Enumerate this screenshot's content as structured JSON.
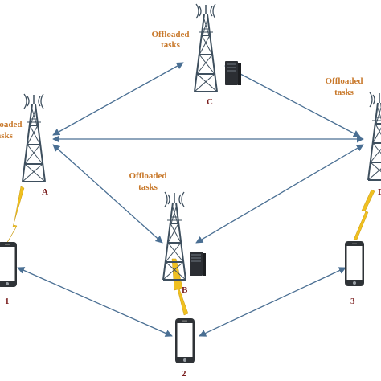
{
  "towers": {
    "A": {
      "label": "A",
      "offload": [
        "Offloaded",
        "tasks"
      ]
    },
    "B": {
      "label": "B",
      "offload": [
        "Offloaded",
        "tasks"
      ]
    },
    "C": {
      "label": "C",
      "offload": [
        "Offloaded",
        "tasks"
      ]
    },
    "D": {
      "label": "D",
      "offload": [
        "Offloaded",
        "tasks"
      ]
    }
  },
  "phones": {
    "p1": {
      "label": "1"
    },
    "p2": {
      "label": "2"
    },
    "p3": {
      "label": "3"
    }
  },
  "colors": {
    "arrow": "#4a6f93",
    "tower": "#3e4f5e",
    "lightning": "#f0c020",
    "offload_text": "#c8782a",
    "label_text": "#7a1e1e"
  }
}
